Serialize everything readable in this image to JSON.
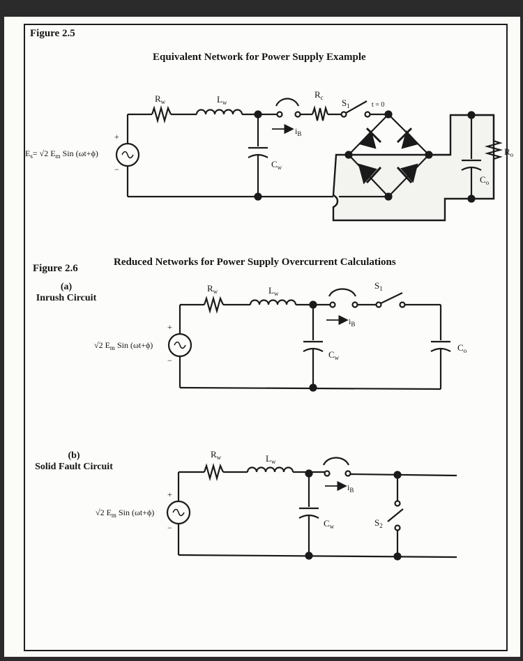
{
  "fig25": {
    "label": "Figure 2.5",
    "title": "Equivalent Network for Power Supply Example",
    "source_label": "E",
    "source_sub": "s",
    "source_eq": "= √2 E",
    "source_eq_sub": "m",
    "source_eq_tail": "Sin (ωt+ϕ)",
    "plus": "+",
    "minus": "−",
    "rw": "R",
    "rw_sub": "w",
    "lw": "L",
    "lw_sub": "w",
    "cw": "C",
    "cw_sub": "w",
    "rc": "R",
    "rc_sub": "c",
    "s1": "S",
    "s1_sub": "1",
    "t0": "t = 0",
    "ib": "i",
    "ib_sub": "B",
    "co": "C",
    "co_sub": "o",
    "ro": "R",
    "ro_sub": "o"
  },
  "fig26": {
    "label": "Figure 2.6",
    "title": "Reduced Networks for Power Supply Overcurrent Calculations",
    "a_letter": "(a)",
    "a_name": "Inrush Circuit",
    "b_letter": "(b)",
    "b_name": "Solid Fault Circuit",
    "source_eq": "√2 E",
    "source_eq_sub": "m",
    "source_eq_tail": "Sin (ωt+ϕ)",
    "plus": "+",
    "minus": "−",
    "rw": "R",
    "rw_sub": "w",
    "lw": "L",
    "lw_sub": "w",
    "cw": "C",
    "cw_sub": "w",
    "s1": "S",
    "s1_sub": "1",
    "s2": "S",
    "s2_sub": "2",
    "ib": "i",
    "ib_sub": "B",
    "co": "C",
    "co_sub": "o"
  },
  "colors": {
    "ink": "#1a1a1a",
    "paper": "#fcfcfa",
    "shade": "#f1f1ee"
  },
  "icons": [
    "ac-source-icon",
    "resistor-icon",
    "inductor-icon",
    "capacitor-icon",
    "breaker-icon",
    "switch-icon",
    "diode-icon"
  ]
}
